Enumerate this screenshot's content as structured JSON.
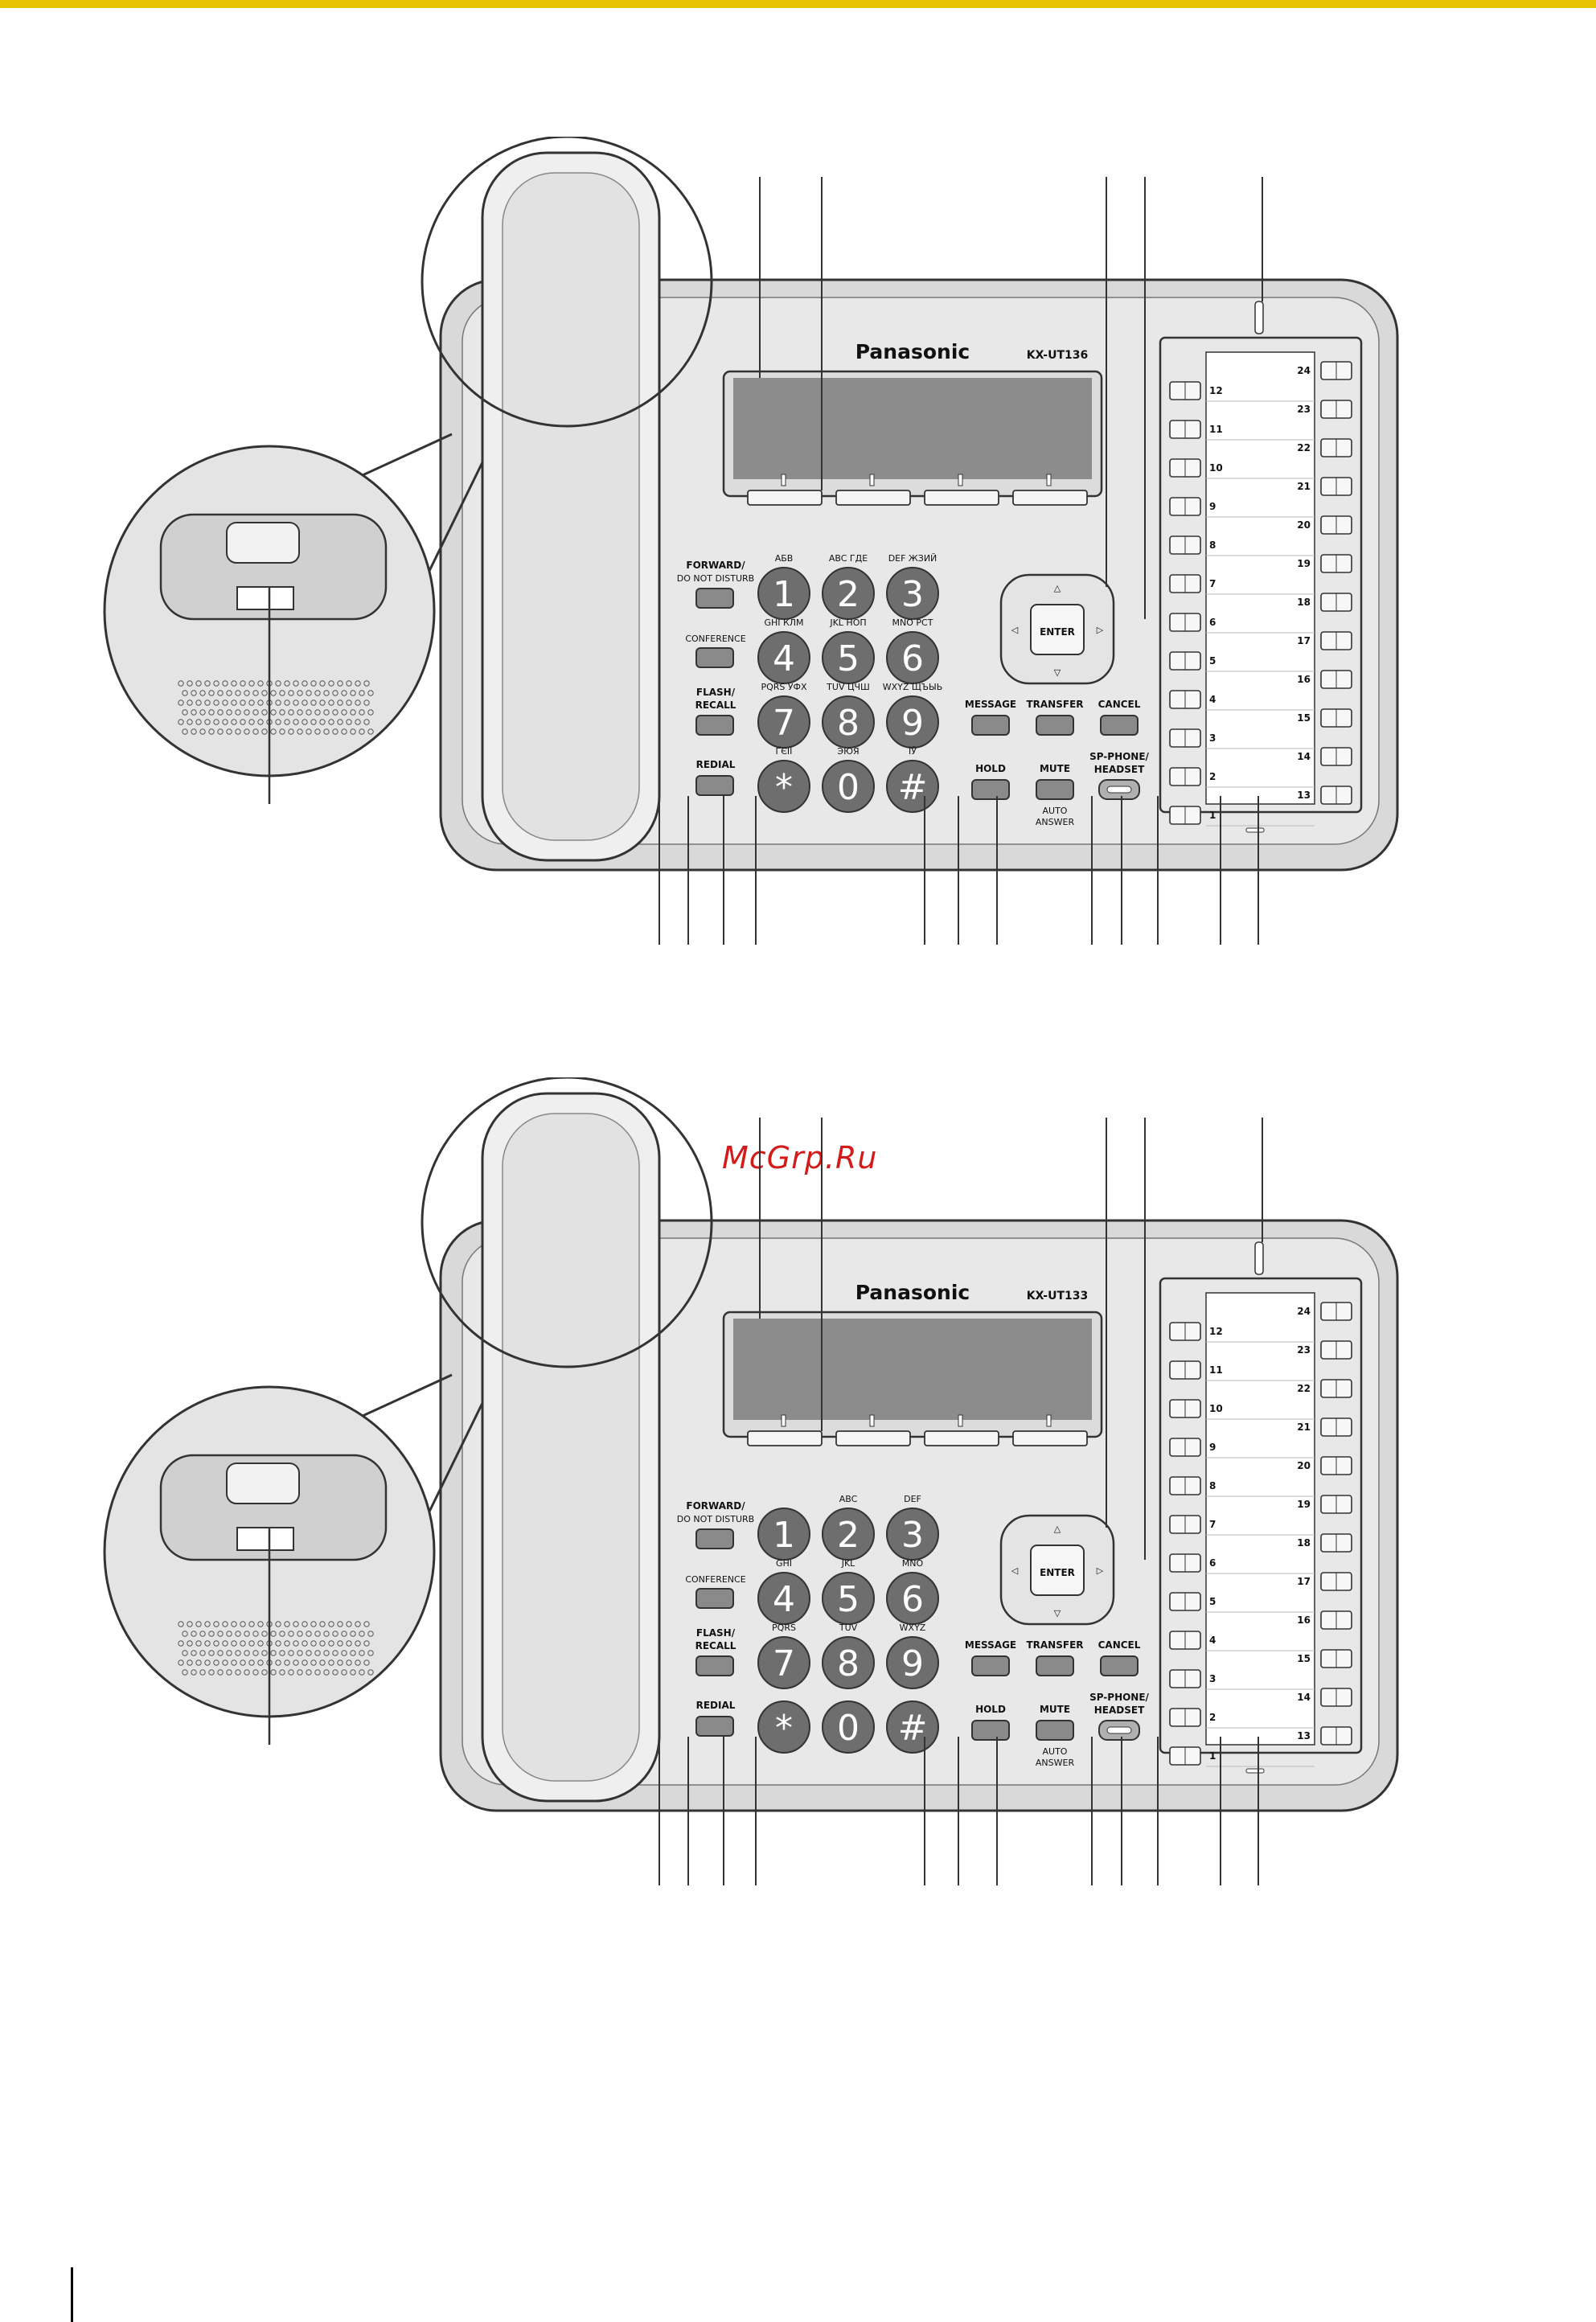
{
  "watermark": "McGrp.Ru",
  "colors": {
    "accent_bar": "#e6c200",
    "watermark": "#d21c1c",
    "body": "#dcdcdc",
    "screen": "#8c8c8c",
    "key": "#6e6e6e"
  },
  "phones": [
    {
      "model": "KX-UT136",
      "brand": "Panasonic",
      "labels": {
        "forward": "FORWARD/",
        "dnd": "DO NOT DISTURB",
        "conference": "CONFERENCE",
        "flash": "FLASH/",
        "recall": "RECALL",
        "redial": "REDIAL",
        "message": "MESSAGE",
        "transfer": "TRANSFER",
        "cancel": "CANCEL",
        "hold": "HOLD",
        "mute": "MUTE",
        "auto": "AUTO",
        "answer": "ANSWER",
        "sp_phone": "SP-PHONE/",
        "headset": "HEADSET",
        "enter": "ENTER"
      },
      "keys": [
        "1",
        "2",
        "3",
        "4",
        "5",
        "6",
        "7",
        "8",
        "9",
        "*",
        "0",
        "#"
      ],
      "key_letters": [
        "АБВ",
        "ABC  ГДЕ",
        "DEF   ЖЗИЙ",
        "GHI    КЛМ",
        "JKL    НОП",
        "MNO    РСТ",
        "PQRS   УФХ",
        "TUV    ЦЧШ",
        "WXYZ  ЩЪЫЬ",
        "ҐЄІЇ",
        "ЭЮЯ",
        "ЇЎ"
      ],
      "dss_left": [
        "12",
        "11",
        "10",
        "9",
        "8",
        "7",
        "6",
        "5",
        "4",
        "3",
        "2",
        "1"
      ],
      "dss_right": [
        "24",
        "23",
        "22",
        "21",
        "20",
        "19",
        "18",
        "17",
        "16",
        "15",
        "14",
        "13"
      ]
    },
    {
      "model": "KX-UT133",
      "brand": "Panasonic",
      "labels": {
        "forward": "FORWARD/",
        "dnd": "DO NOT DISTURB",
        "conference": "CONFERENCE",
        "flash": "FLASH/",
        "recall": "RECALL",
        "redial": "REDIAL",
        "message": "MESSAGE",
        "transfer": "TRANSFER",
        "cancel": "CANCEL",
        "hold": "HOLD",
        "mute": "MUTE",
        "auto": "AUTO",
        "answer": "ANSWER",
        "sp_phone": "SP-PHONE/",
        "headset": "HEADSET",
        "enter": "ENTER"
      },
      "keys": [
        "1",
        "2",
        "3",
        "4",
        "5",
        "6",
        "7",
        "8",
        "9",
        "*",
        "0",
        "#"
      ],
      "key_letters": [
        "",
        "ABC",
        "DEF",
        "GHI",
        "JKL",
        "MNO",
        "PQRS",
        "TUV",
        "WXYZ",
        "",
        "",
        ""
      ],
      "dss_left": [
        "12",
        "11",
        "10",
        "9",
        "8",
        "7",
        "6",
        "5",
        "4",
        "3",
        "2",
        "1"
      ],
      "dss_right": [
        "24",
        "23",
        "22",
        "21",
        "20",
        "19",
        "18",
        "17",
        "16",
        "15",
        "14",
        "13"
      ]
    }
  ]
}
